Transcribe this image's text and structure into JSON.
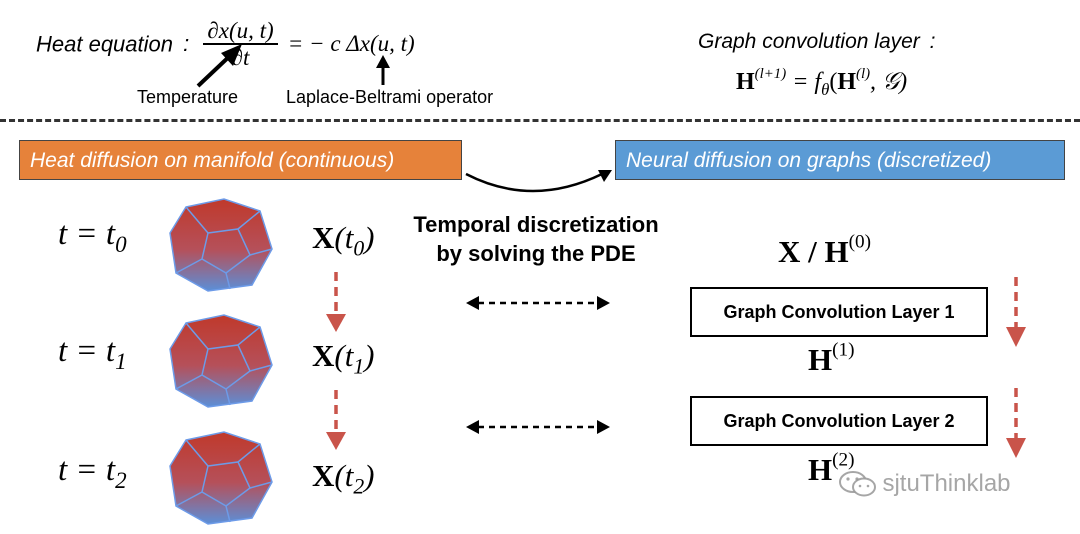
{
  "colors": {
    "continuous_banner": "#e6823a",
    "discrete_banner": "#5b9bd5",
    "down_arrow": "#c9544a",
    "poly_top": "#c0392b",
    "poly_bottom": "#5b8fd8"
  },
  "heat_equation": {
    "label": "Heat equation",
    "colon": ":",
    "numerator": "∂x(u, t)",
    "denominator": "∂t",
    "rhs": "= − c Δx(u, t)",
    "temperature_label": "Temperature",
    "operator_label": "Laplace-Beltrami operator"
  },
  "graph_conv": {
    "label": "Graph convolution layer",
    "colon": ":",
    "H": "H",
    "sup_l1": "(l+1)",
    "eq": " = f",
    "theta": "θ",
    "open": "(",
    "H2": "H",
    "sup_l": "(l)",
    "rest": ", 𝒢)"
  },
  "banners": {
    "continuous": "Heat diffusion on manifold (continuous)",
    "discrete": "Neural diffusion on graphs (discretized)"
  },
  "middle_caption": {
    "line1": "Temporal discretization",
    "line2": "by solving the PDE"
  },
  "time_rows": [
    {
      "t": "t = t",
      "sub": "0",
      "X": "X",
      "arg": "(t",
      "argsub": "0",
      "close": ")"
    },
    {
      "t": "t = t",
      "sub": "1",
      "X": "X",
      "arg": "(t",
      "argsub": "1",
      "close": ")"
    },
    {
      "t": "t = t",
      "sub": "2",
      "X": "X",
      "arg": "(t",
      "argsub": "2",
      "close": ")"
    }
  ],
  "right_column": {
    "top_label": "X / H",
    "top_sup": "(0)",
    "layer1": "Graph Convolution Layer 1",
    "h1": "H",
    "h1_sup": "(1)",
    "layer2": "Graph Convolution Layer 2",
    "h2": "H",
    "h2_sup": "(2)"
  },
  "watermark": "sjtuThinklab"
}
